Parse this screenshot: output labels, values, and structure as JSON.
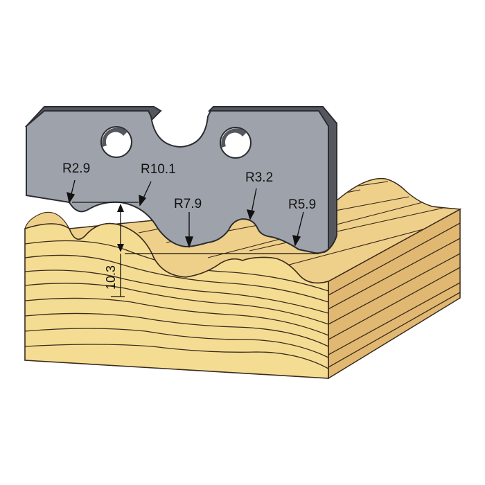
{
  "diagram": {
    "radius_labels": {
      "r1": "R2.9",
      "r2": "R10.1",
      "r3": "R7.9",
      "r4": "R3.2",
      "r5": "R5.9"
    },
    "depth_label": "10.3",
    "colors": {
      "knife_face": "#9ea3ab",
      "knife_edge": "#54585e",
      "knife_outline": "#2b2d31",
      "wood_front": "#f4dc93",
      "wood_top": "#eed08a",
      "wood_side": "#e1b872",
      "grain": "#3a2a1c"
    }
  }
}
